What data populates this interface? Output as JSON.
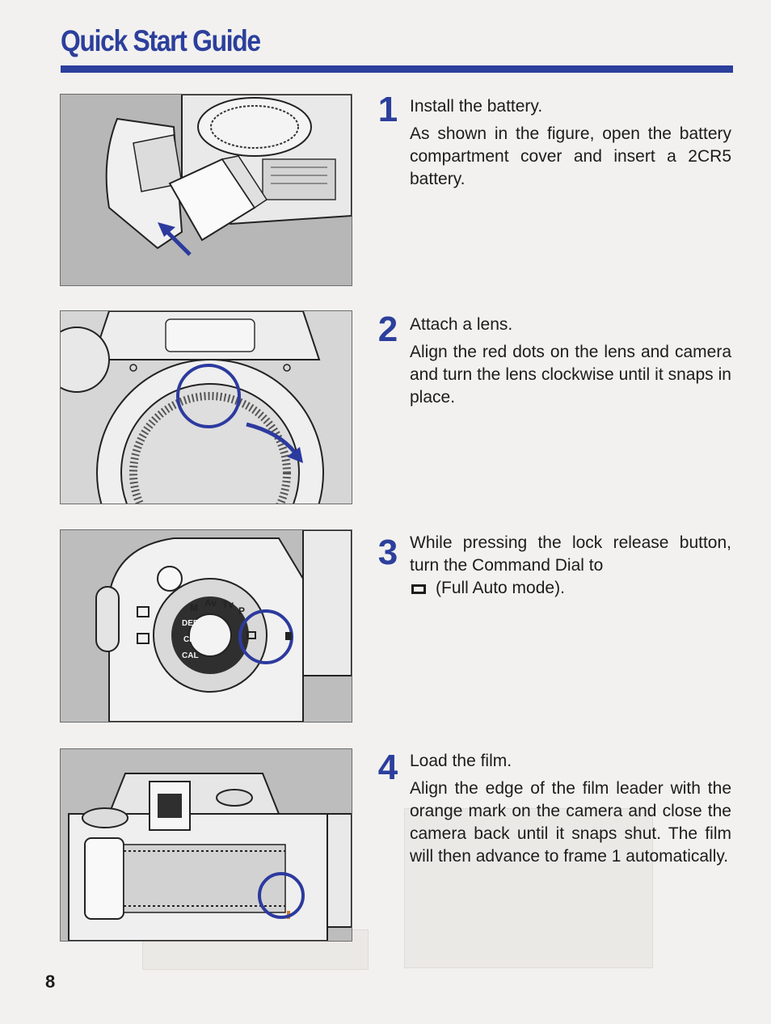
{
  "colors": {
    "accent": "#2c3f9c",
    "highlight_circle": "#2c3a9e",
    "paper": "#f2f1ef"
  },
  "page": {
    "title": "Quick Start Guide",
    "page_number": "8"
  },
  "steps": [
    {
      "number": "1",
      "heading": "Install the battery.",
      "body": "As shown in the figure, open the battery compartment cover and insert a 2CR5 battery."
    },
    {
      "number": "2",
      "heading": "Attach a lens.",
      "body": "Align the red dots on the lens and camera and turn the lens clockwise until it snaps in place."
    },
    {
      "number": "3",
      "heading": "",
      "body_pre": "While pressing the lock release button, turn the Command Dial to",
      "mode_icon": "full-auto-mode-icon",
      "body_post": "(Full Auto mode)."
    },
    {
      "number": "4",
      "heading": "Load the film.",
      "body": "Align the edge of the film leader with the orange mark on the camera and close the camera back until it snaps shut. The film will then advance to frame 1 automatically."
    }
  ],
  "illustrations": [
    {
      "icon": "battery-install-illustration"
    },
    {
      "icon": "lens-attach-illustration"
    },
    {
      "icon": "command-dial-illustration",
      "dial_labels": [
        "CAL",
        "CF",
        "DEP",
        "M",
        "Av",
        "Tv",
        "P"
      ]
    },
    {
      "icon": "film-load-illustration"
    }
  ]
}
